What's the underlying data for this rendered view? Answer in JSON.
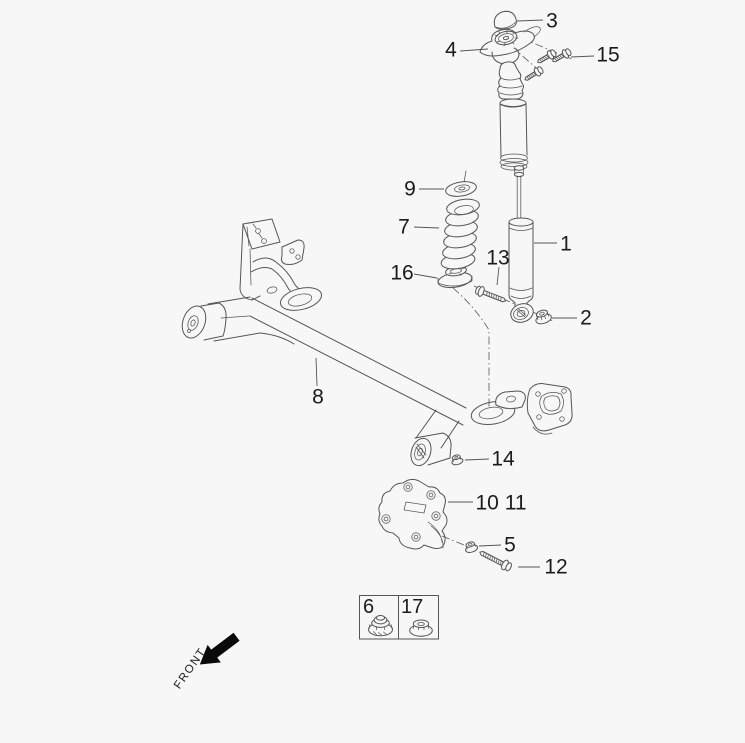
{
  "colors": {
    "background": "#f7f7f7",
    "line": "#555555",
    "label": "#1b1b1b",
    "arrow": "#0a0a0a"
  },
  "callouts": [
    {
      "part": "cap",
      "label": "3"
    },
    {
      "part": "insulator-mount",
      "label": "4"
    },
    {
      "part": "mount-bolts",
      "label": "15"
    },
    {
      "part": "spring-upper-pad",
      "label": "9"
    },
    {
      "part": "coil-spring",
      "label": "7"
    },
    {
      "part": "spring-lower-pad",
      "label": "16"
    },
    {
      "part": "shock-bolt",
      "label": "13"
    },
    {
      "part": "shock-absorber",
      "label": "1"
    },
    {
      "part": "shock-nut",
      "label": "2"
    },
    {
      "part": "torsion-axle-beam",
      "label": "8"
    },
    {
      "part": "bushing-nut",
      "label": "14"
    },
    {
      "part": "protector-bracket",
      "label": "10 11"
    },
    {
      "part": "bracket-nut",
      "label": "5"
    },
    {
      "part": "bracket-bolt",
      "label": "12"
    }
  ],
  "legend": {
    "cells": [
      {
        "part": "flange-lock-nut",
        "label": "6"
      },
      {
        "part": "flange-nut",
        "label": "17"
      }
    ]
  },
  "front_marker": {
    "label": "FRONT"
  }
}
